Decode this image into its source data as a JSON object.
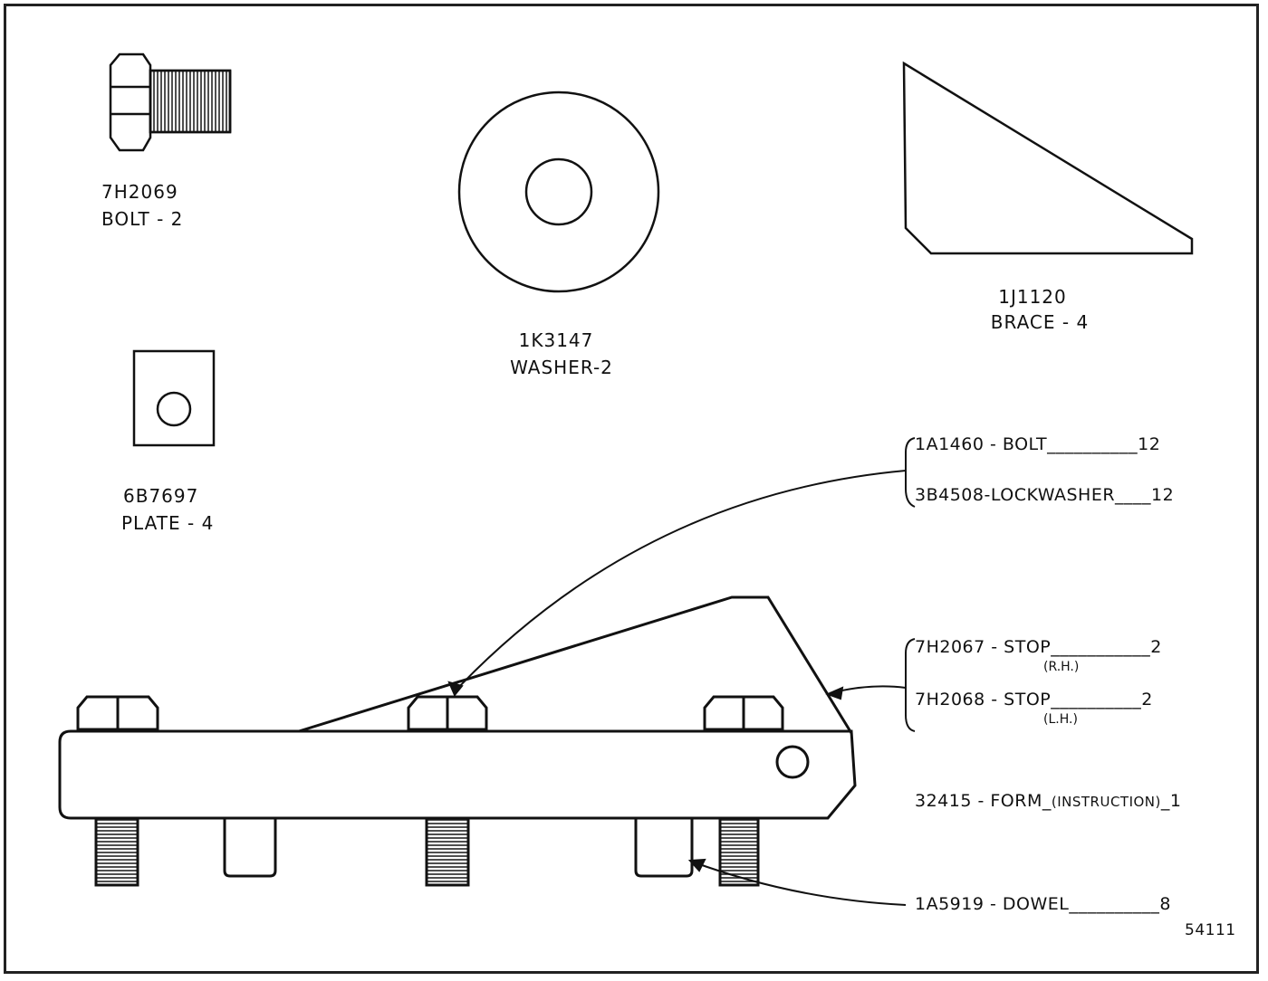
{
  "parts": {
    "bolt_top": {
      "number": "7H2069",
      "name": "BOLT - 2"
    },
    "washer": {
      "number": "1K3147",
      "name": "WASHER-2"
    },
    "brace": {
      "number": "1J1120",
      "name": "BRACE - 4"
    },
    "plate": {
      "number": "6B7697",
      "name": "PLATE - 4"
    }
  },
  "callouts": {
    "bolt_row": {
      "text": "1A1460 - BOLT",
      "leader": "__________",
      "qty": "12"
    },
    "lockwasher_row": {
      "text": "3B4508-LOCKWASHER",
      "leader": "____",
      "qty": "12"
    },
    "stop_rh": {
      "text": "7H2067 - STOP",
      "leader": "___________",
      "qty": "2",
      "side": "(R.H.)"
    },
    "stop_lh": {
      "text": "7H2068 - STOP",
      "leader": "__________",
      "qty": "2",
      "side": "(L.H.)"
    },
    "form_row": {
      "text": "32415 - FORM_",
      "paren": "(INSTRUCTION)",
      "leader": "_",
      "qty": "1"
    },
    "dowel_row": {
      "text": "1A5919 - DOWEL",
      "leader": "__________",
      "qty": "8"
    }
  },
  "drawing_number": "54111"
}
